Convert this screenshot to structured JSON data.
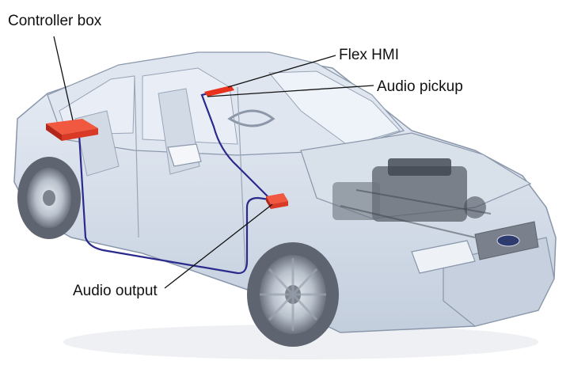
{
  "labels": {
    "controller_box": "Controller box",
    "flex_hmi": "Flex HMI",
    "audio_pickup": "Audio pickup",
    "audio_output": "Audio output"
  },
  "colors": {
    "component": "#e8321e",
    "wiring": "#2a2a8c",
    "leader_line": "#111111",
    "car_body": "#cfd8e6",
    "car_outline": "#8a97ab",
    "glass": "#e7edf5",
    "tire": "#5e6470",
    "engine": "#4a4f58"
  },
  "icons": {
    "car": "car-cutaway-icon",
    "ford_badge": "ford-oval-icon"
  }
}
